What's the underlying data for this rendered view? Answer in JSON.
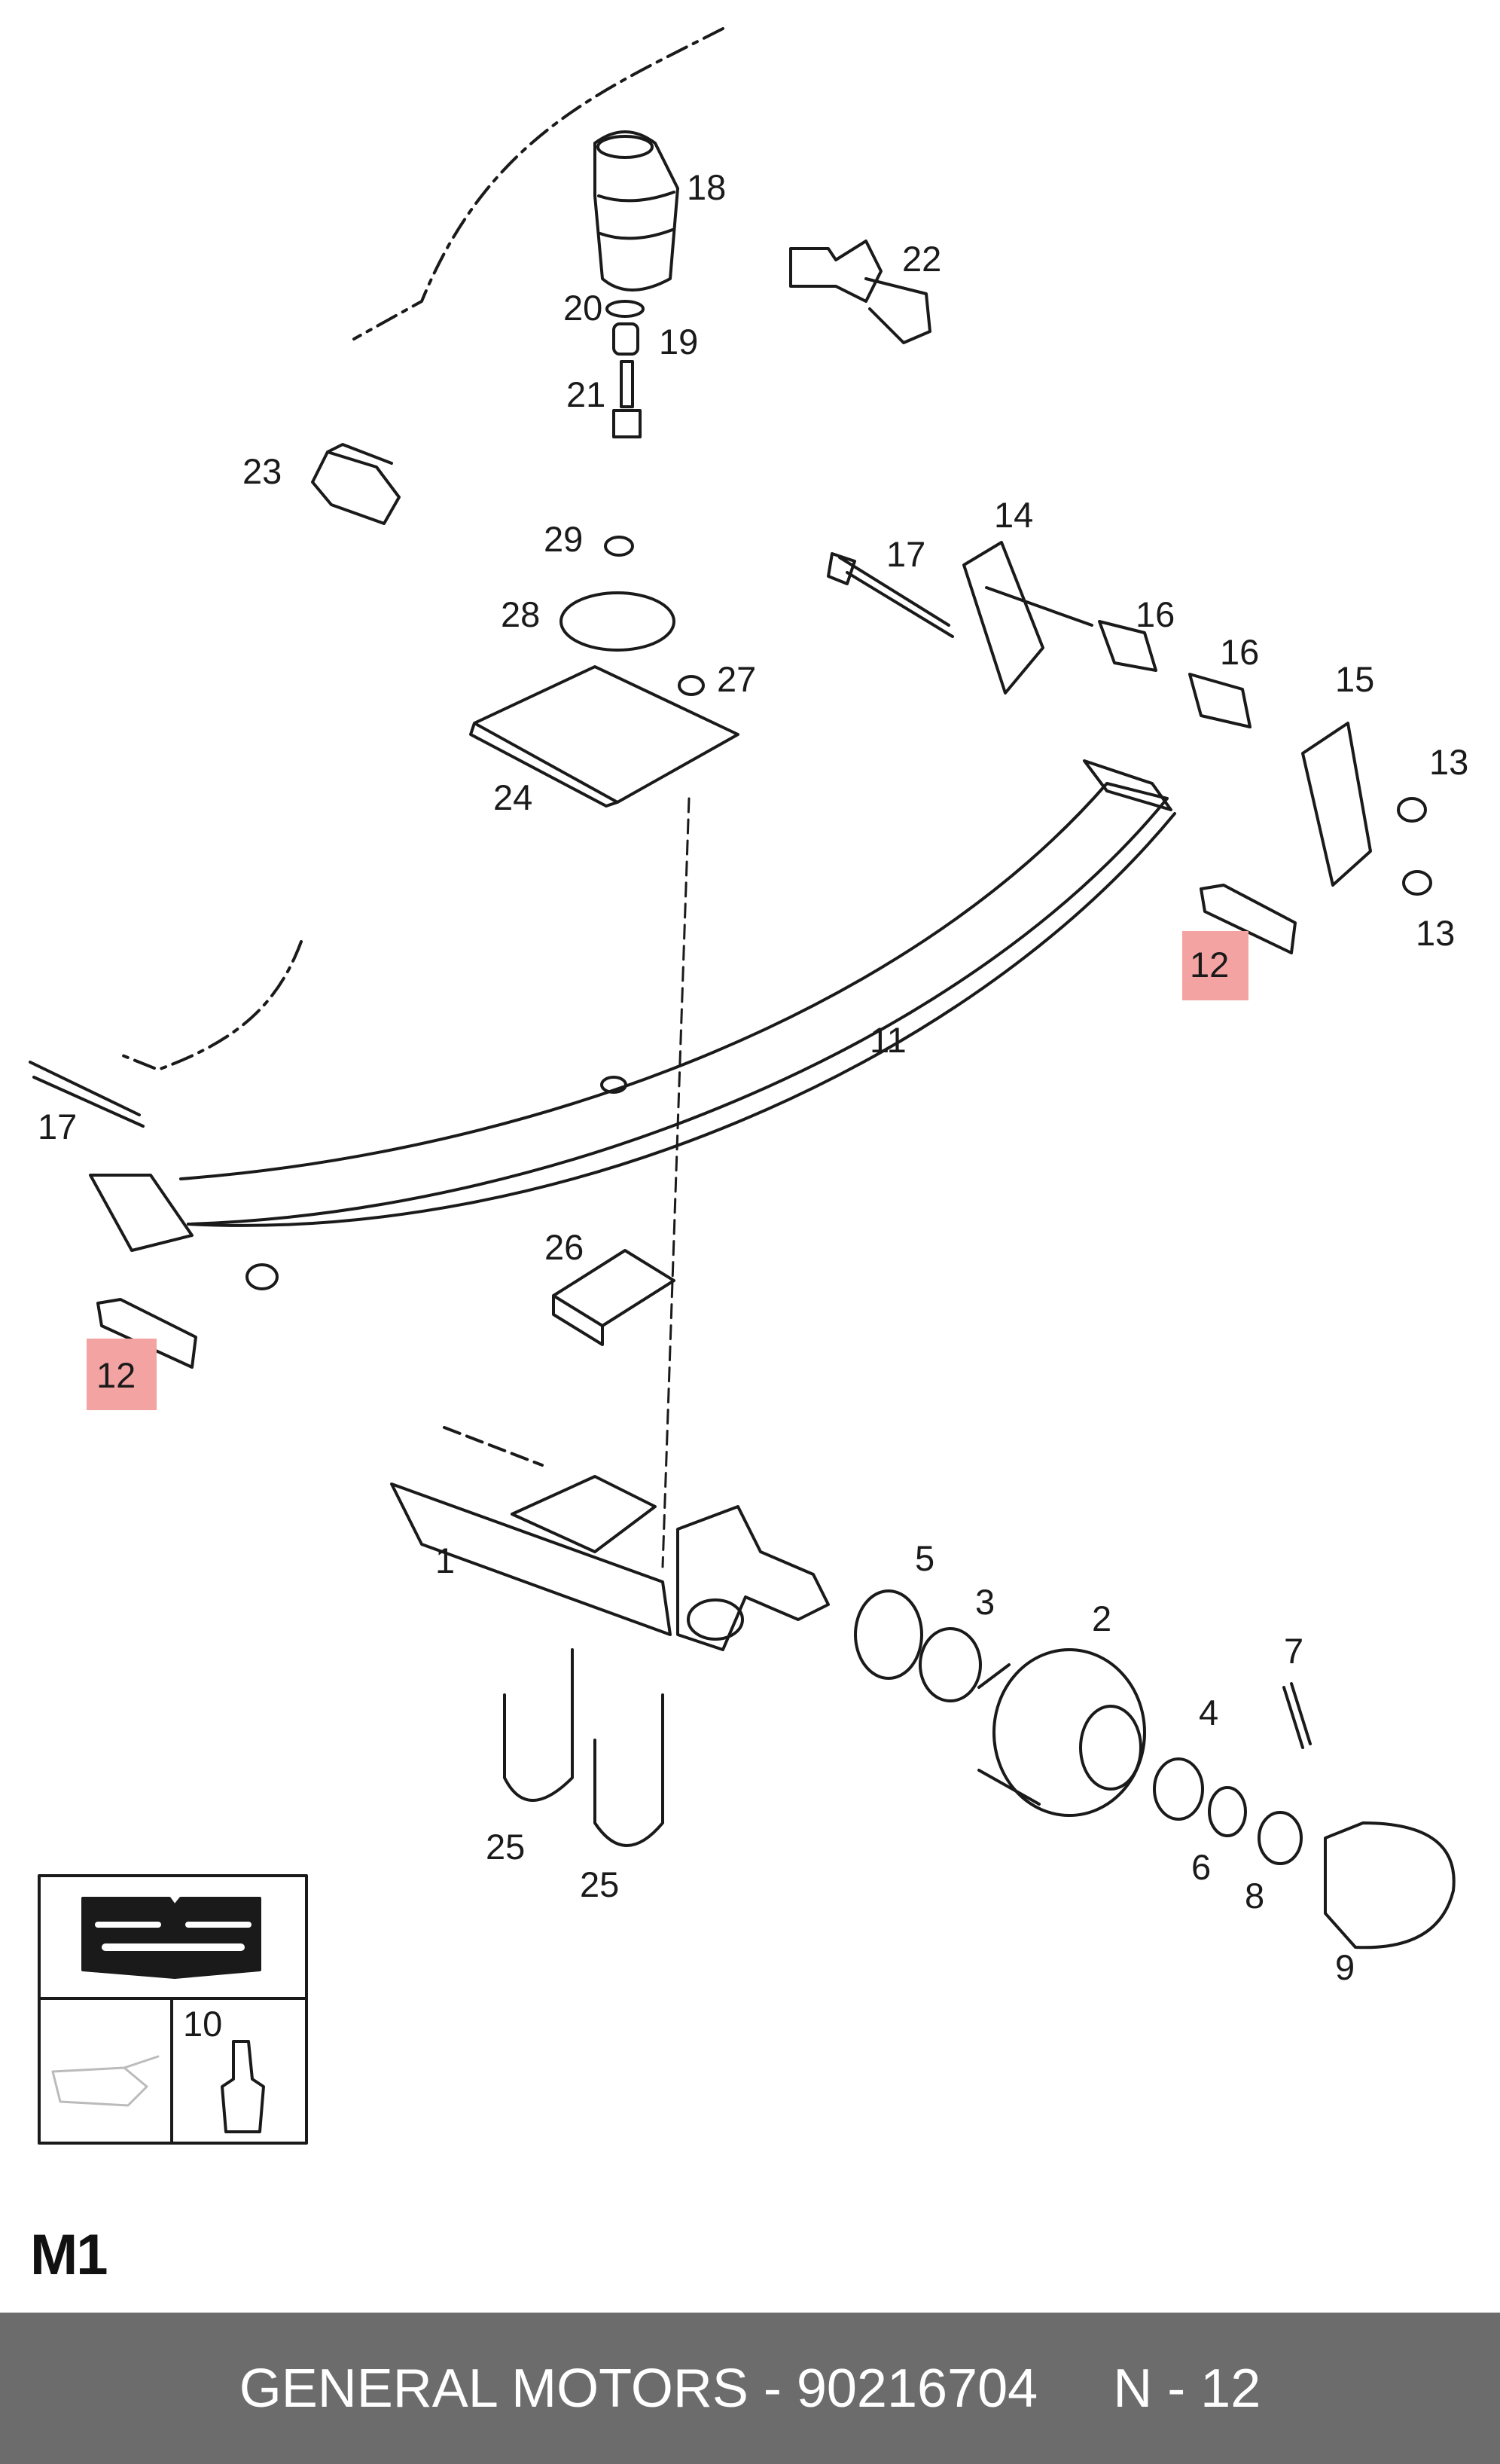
{
  "diagram": {
    "code": "M1",
    "callouts": [
      "1",
      "2",
      "3",
      "4",
      "5",
      "6",
      "7",
      "8",
      "9",
      "10",
      "11",
      "12",
      "12",
      "13",
      "13",
      "14",
      "15",
      "16",
      "16",
      "17",
      "17",
      "18",
      "19",
      "20",
      "21",
      "22",
      "23",
      "24",
      "25",
      "25",
      "26",
      "27",
      "28",
      "29"
    ],
    "highlighted_callout": "12",
    "colors": {
      "line": "#1a1a1a",
      "highlight": "#f4a3a3",
      "footer_bg": "#6c6c6c"
    },
    "legend_icons": [
      "workshop-manual-icon",
      "oil-can-icon",
      "grease-bottle-icon"
    ]
  },
  "footer": {
    "part_text": "GENERAL MOTORS - 90216704",
    "ref_text": "N - 12"
  }
}
